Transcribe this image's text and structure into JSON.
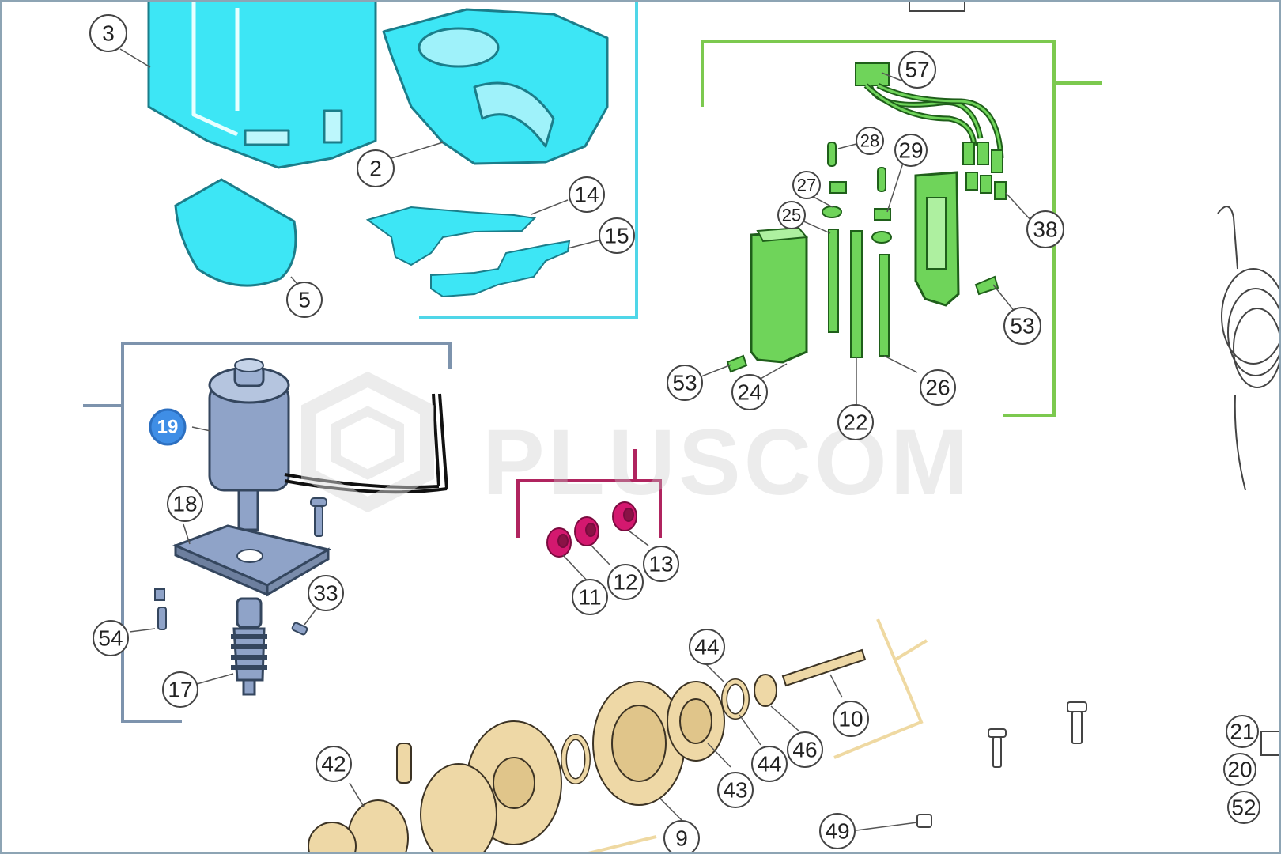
{
  "watermark": "PLUSCOM",
  "colors": {
    "housing": "#3de6f5",
    "electronics": "#6fd45a",
    "motor": "#8fa3c8",
    "bushing": "#d4186f",
    "gears": "#eed8a6",
    "frame_cyan": "#4fd6e8",
    "frame_green": "#7cc94f",
    "frame_blue": "#7d93ad",
    "frame_magenta": "#b0245f",
    "frame_tan": "#efd9a2"
  },
  "callouts": {
    "c1": "3",
    "c2": "2",
    "c3": "14",
    "c4": "15",
    "c5": "5",
    "c6": "57",
    "c7": "28",
    "c8": "29",
    "c9": "27",
    "c10": "25",
    "c11": "38",
    "c12": "53",
    "c13": "53",
    "c14": "24",
    "c15": "22",
    "c16": "26",
    "c17": "19",
    "c18": "18",
    "c19": "33",
    "c20": "54",
    "c21": "17",
    "c22": "11",
    "c23": "12",
    "c24": "13",
    "c25": "44",
    "c26": "10",
    "c27": "46",
    "c28": "44",
    "c29": "43",
    "c30": "42",
    "c31": "9",
    "c32": "21",
    "c33": "20",
    "c34": "52",
    "c35": "49"
  }
}
